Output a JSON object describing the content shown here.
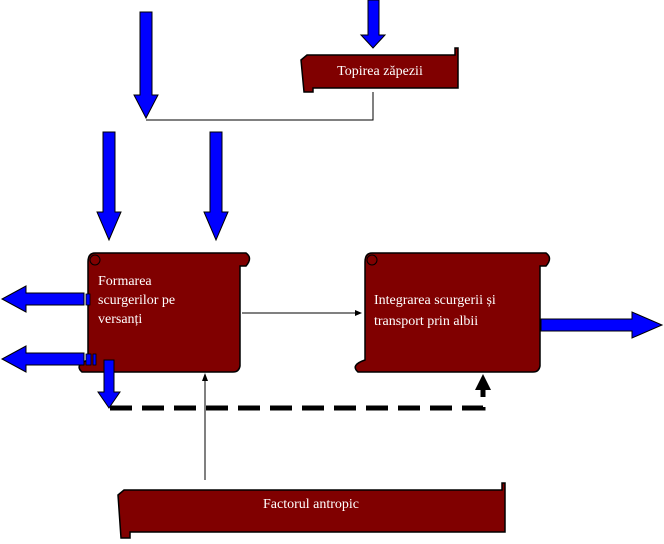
{
  "nodes": {
    "snowmelt": "Topirea zăpezii",
    "slope_runoff": [
      "Formarea",
      "scurgerilor pe",
      "versanți"
    ],
    "integration": [
      "Integrarea scurgerii și",
      "transport prin albii"
    ],
    "anthropic": "Factorul antropic"
  },
  "colors": {
    "box": "#800000",
    "arrow": "#0000ff"
  }
}
